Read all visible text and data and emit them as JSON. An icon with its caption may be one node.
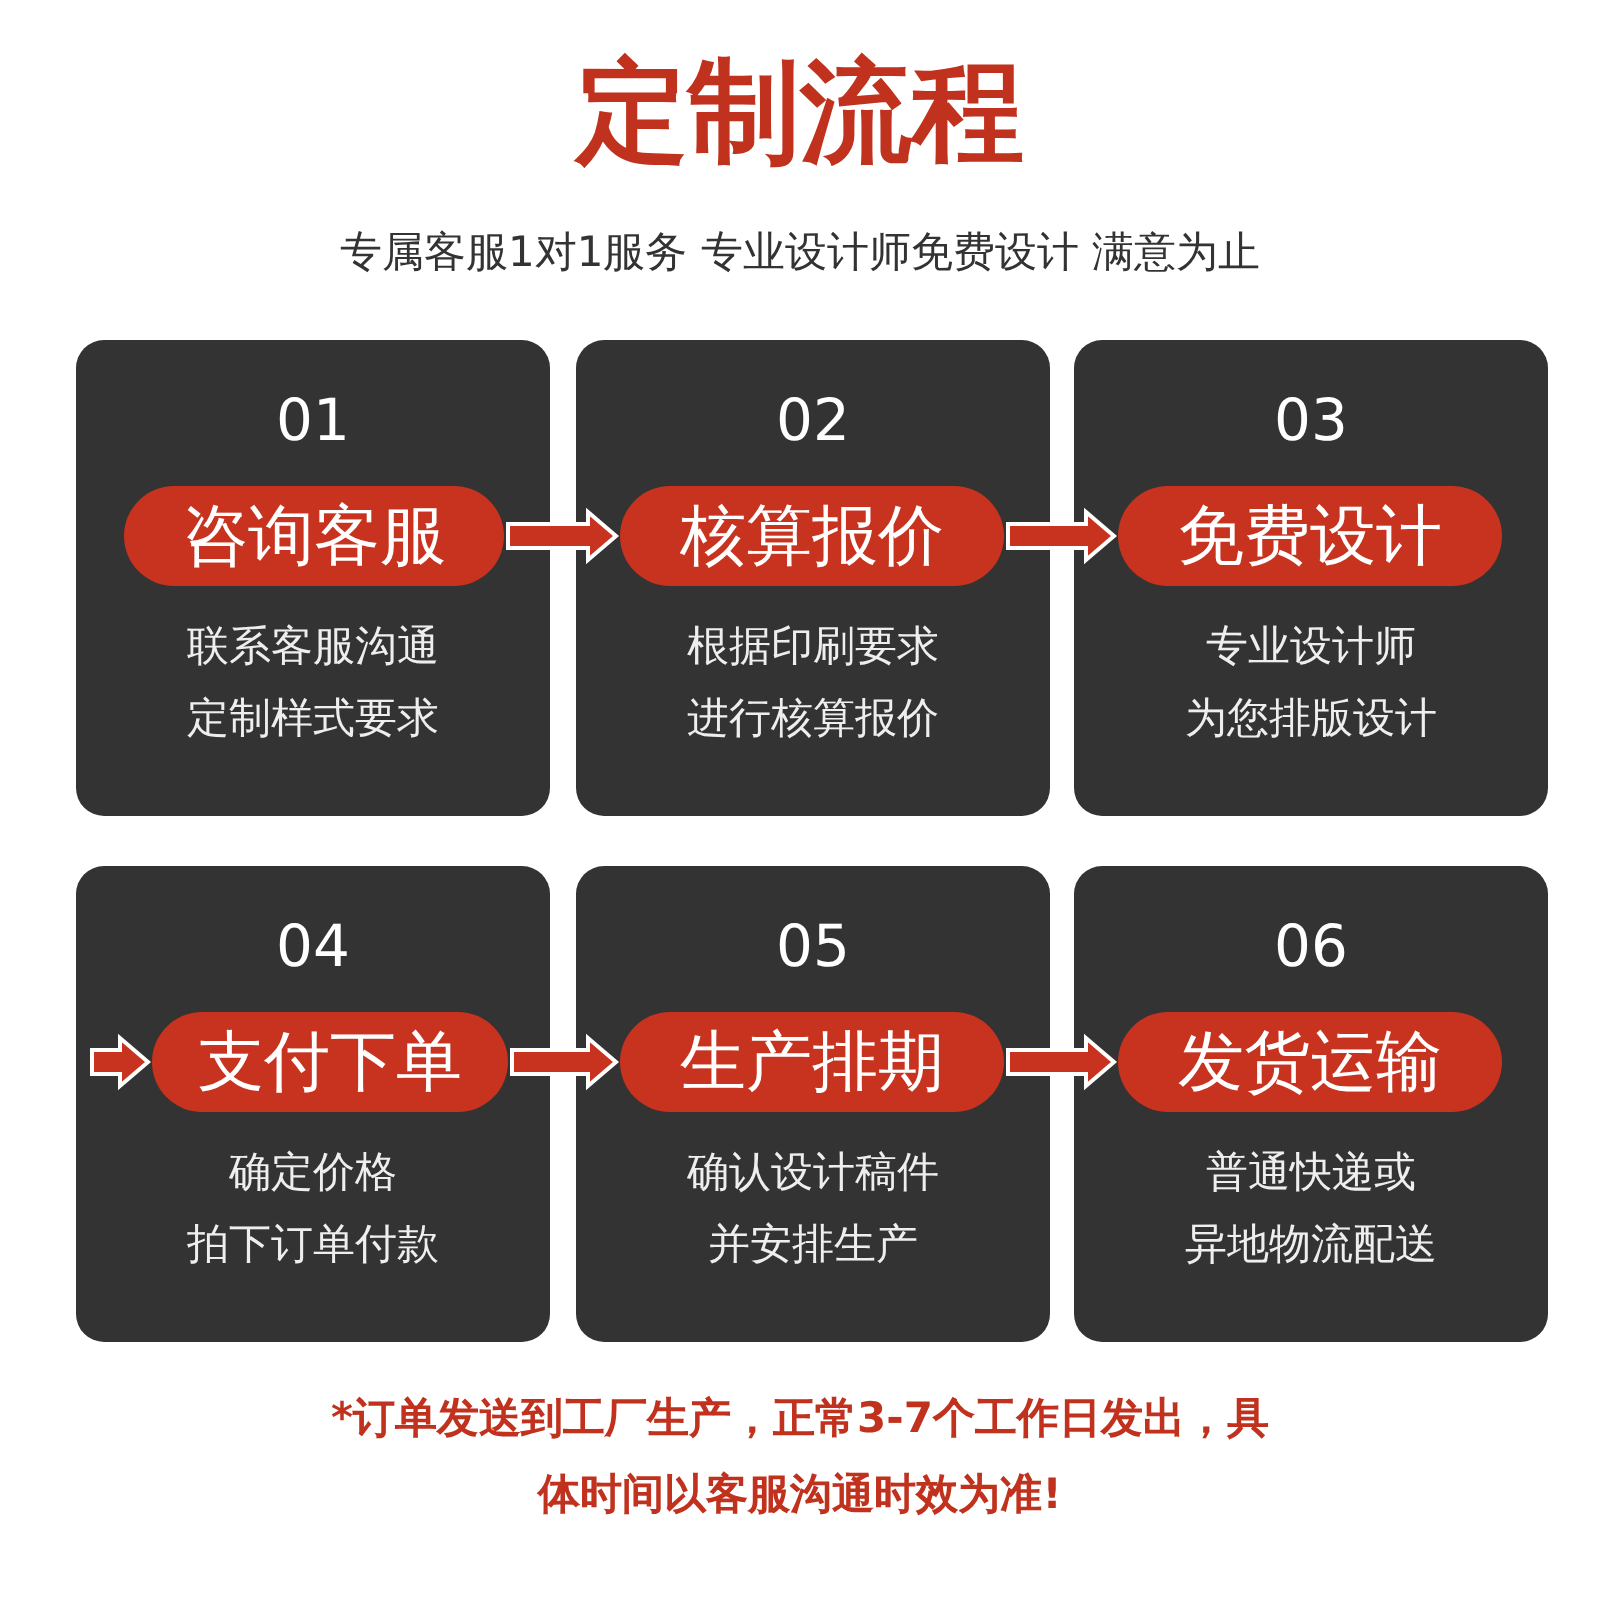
{
  "diagram": {
    "title": "定制流程",
    "nodes": [
      {
        "text": [
          "01",
          "联系客服沟通定制样式要求"
        ]
      },
      {
        "text": [
          "咨询客服"
        ],
        "in": 0
      },
      {
        "text": [
          "02",
          "根据印刷要求进行核算报价"
        ]
      },
      {
        "text": [
          "核算报价"
        ],
        "in": 2
      },
      {
        "text": [
          "03",
          "专业设计师为您排版设计"
        ]
      },
      {
        "text": [
          "免费设计"
        ],
        "in": 4
      },
      {
        "text": [
          "04",
          "确定价格拍下订单付款"
        ]
      },
      {
        "text": [
          "支付下单"
        ],
        "in": 6
      },
      {
        "text": [
          "05",
          "确认设计稿件并安排生产"
        ]
      },
      {
        "text": [
          "生产排期"
        ],
        "in": 8
      },
      {
        "text": [
          "06",
          "普通快递或异地物流配送"
        ]
      },
      {
        "text": [
          "发货运输"
        ],
        "in": 10
      }
    ],
    "edges": [
      {
        "from": 1,
        "to": 3,
        "arrow": "to"
      },
      {
        "from": 3,
        "to": 5,
        "arrow": "to"
      },
      {
        "from": null,
        "to": 7,
        "arrow": "to"
      },
      {
        "from": 7,
        "to": 9,
        "arrow": "to"
      },
      {
        "from": 9,
        "to": 11,
        "arrow": "to"
      }
    ],
    "labels": [
      "专属客服1对1服务 专业设计师免费设计 满意为止",
      "*订单发送到工厂生产，正常3-7个工作日发出，具体时间以客服沟通时效为准!"
    ]
  }
}
